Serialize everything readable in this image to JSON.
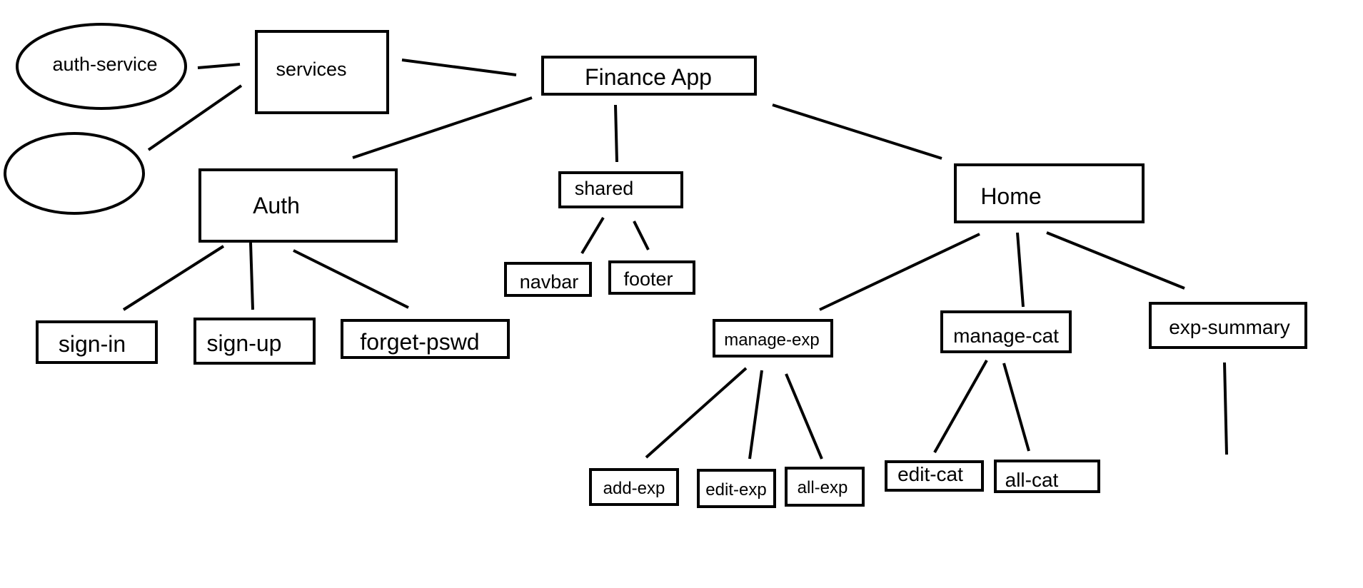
{
  "diagram": {
    "nodes": {
      "auth_service": "auth-service",
      "empty_ellipse": "",
      "services": "services",
      "finance_app": "Finance App",
      "auth": "Auth",
      "shared": "shared",
      "home": "Home",
      "navbar": "navbar",
      "footer": "footer",
      "sign_in": "sign-in",
      "sign_up": "sign-up",
      "forget_pswd": "forget-pswd",
      "manage_exp": "manage-exp",
      "manage_cat": "manage-cat",
      "exp_summary": "exp-summary",
      "add_exp": "add-exp",
      "edit_exp": "edit-exp",
      "all_exp": "all-exp",
      "edit_cat": "edit-cat",
      "all_cat": "all-cat"
    },
    "colors": {
      "stroke": "#000000",
      "background": "#ffffff"
    }
  }
}
